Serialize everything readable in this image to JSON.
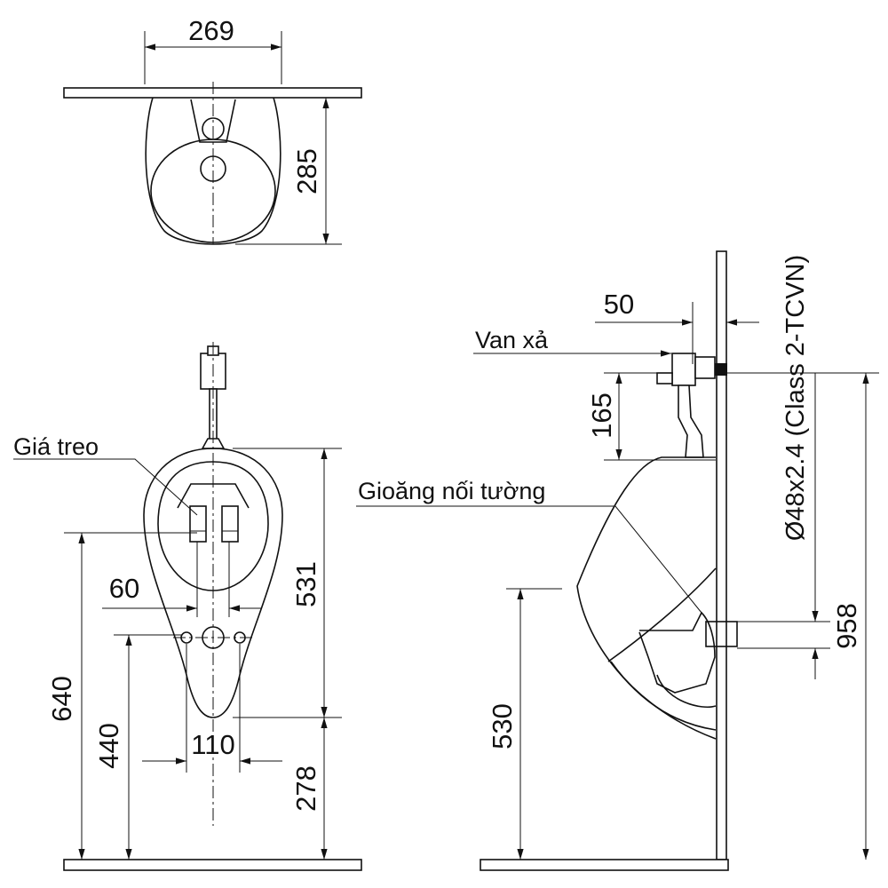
{
  "top_view": {
    "width_dim": "269",
    "depth_dim": "285"
  },
  "front_view": {
    "label_bracket": "Giá treo",
    "dim_bracket_spacing": "60",
    "dim_inlet_to_bottom": "531",
    "dim_bottom_to_floor": "278",
    "dim_bracket_height": "640",
    "dim_outlet_height": "440",
    "dim_outlet_spacing": "110"
  },
  "side_view": {
    "label_valve": "Van xả",
    "label_gasket": "Gioăng nối tường",
    "dim_valve_offset": "50",
    "dim_valve_height": "165",
    "pipe_spec": "Ø48x2.4 (Class 2-TCVN)",
    "dim_total_height": "958",
    "dim_rim_height": "530"
  }
}
